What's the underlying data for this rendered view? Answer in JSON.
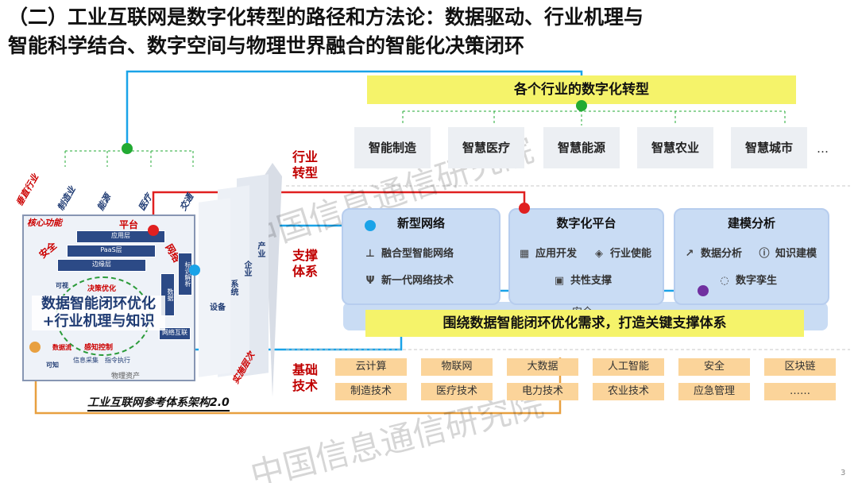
{
  "title": {
    "line1": "（二）工业互联网是数字化转型的路径和方法论：数据驱动、行业机理与",
    "line2": "智能科学结合、数字空间与物理世界融合的智能化决策闭环"
  },
  "left": {
    "vertical_industries": [
      "垂直行业",
      "制造业",
      "能源",
      "医疗",
      "交通"
    ],
    "core_function": "核心功能",
    "safety": "安全",
    "platform": "平台",
    "network": "网络",
    "layers": [
      "应用层",
      "PaaS层",
      "边缘层"
    ],
    "ident": "标识解析",
    "data_label": "数据",
    "interconnect": "网络互联",
    "loop": [
      "决策优化",
      "感知控制",
      "数据流",
      "信息采集",
      "指令执行",
      "可视",
      "可知"
    ],
    "physical": "物理资产",
    "stack": [
      "设备",
      "系统",
      "企业",
      "产业"
    ],
    "impl_level": "实施层次",
    "overlay_line1": "数据智能闭环优化",
    "overlay_line2": "+行业机理与知识",
    "caption": "工业互联网参考体系架构2.0"
  },
  "right": {
    "sections": {
      "industry": [
        "行业",
        "转型"
      ],
      "support": [
        "支撑",
        "体系"
      ],
      "base": [
        "基础",
        "技术"
      ]
    },
    "top_band": "各个行业的数字化转型",
    "industries": [
      "智能制造",
      "智慧医疗",
      "智慧能源",
      "智慧农业",
      "智慧城市"
    ],
    "ellipsis": "…",
    "panels": [
      {
        "title": "新型网络",
        "items": [
          {
            "icon": "network-tree-icon",
            "glyph": "⊥",
            "label": "融合型智能网络"
          },
          {
            "icon": "antenna-icon",
            "glyph": "Ψ",
            "label": "新一代网络技术"
          }
        ]
      },
      {
        "title": "数字化平台",
        "items": [
          {
            "icon": "grid-icon",
            "glyph": "▦",
            "label": "应用开发"
          },
          {
            "icon": "layers-icon",
            "glyph": "◈",
            "label": "行业使能"
          },
          {
            "icon": "server-icon",
            "glyph": "▣",
            "label": "共性支撑"
          }
        ]
      },
      {
        "title": "建模分析",
        "items": [
          {
            "icon": "chart-icon",
            "glyph": "↗",
            "label": "数据分析"
          },
          {
            "icon": "info-icon",
            "glyph": "ⓘ",
            "label": "知识建模"
          },
          {
            "icon": "twin-icon",
            "glyph": "◌",
            "label": "数字孪生"
          }
        ]
      }
    ],
    "security": "安全",
    "support_band": "围绕数据智能闭环优化需求，打造关键支撑体系",
    "tech_row1": [
      "云计算",
      "物联网",
      "大数据",
      "人工智能",
      "安全",
      "区块链"
    ],
    "tech_row2": [
      "制造技术",
      "医疗技术",
      "电力技术",
      "农业技术",
      "应急管理",
      "……"
    ]
  },
  "watermark": "中国信息通信研究院",
  "page_number": "3",
  "colors": {
    "red_line": "#e02020",
    "blue_line": "#1aa3e8",
    "orange_line": "#e8a040",
    "green_dot": "#22aa33",
    "purple_dot": "#7030a0"
  }
}
